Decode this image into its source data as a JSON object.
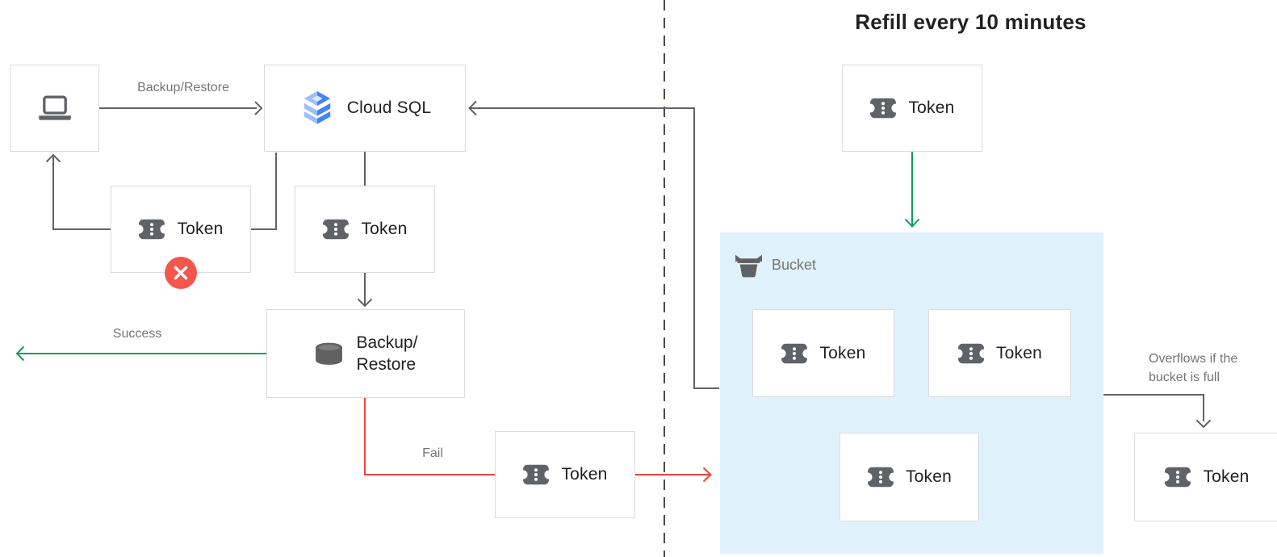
{
  "diagram": {
    "right_panel_title": "Refill every 10 minutes",
    "nodes": {
      "client": {
        "icon": "laptop-icon"
      },
      "cloud_sql": {
        "label": "Cloud SQL",
        "icon": "cloud-sql-icon"
      },
      "token_rejected": {
        "label": "Token",
        "icon": "token-icon",
        "badge": "error-x"
      },
      "token_in_use": {
        "label": "Token",
        "icon": "token-icon"
      },
      "backup_restore": {
        "label_line1": "Backup/",
        "label_line2": "Restore",
        "icon": "database-icon"
      },
      "token_failed": {
        "label": "Token",
        "icon": "token-icon"
      },
      "token_refill": {
        "label": "Token",
        "icon": "token-icon"
      },
      "bucket": {
        "label": "Bucket",
        "icon": "bucket-icon"
      },
      "bucket_token_1": {
        "label": "Token",
        "icon": "token-icon"
      },
      "bucket_token_2": {
        "label": "Token",
        "icon": "token-icon"
      },
      "bucket_token_3": {
        "label": "Token",
        "icon": "token-icon"
      },
      "token_overflow": {
        "label": "Token",
        "icon": "token-icon"
      }
    },
    "edge_labels": {
      "backup_restore": "Backup/Restore",
      "success": "Success",
      "fail": "Fail",
      "overflow_line1": "Overflows if the",
      "overflow_line2": "bucket is full"
    },
    "colors": {
      "success_green": "#0f9d58",
      "fail_red": "#f44336",
      "badge_red": "#f4564c",
      "bucket_fill": "#dff2fc",
      "connector_gray": "#5f6368",
      "label_gray": "#757575",
      "text_dark": "#212121",
      "border_gray": "#dadce0"
    }
  }
}
